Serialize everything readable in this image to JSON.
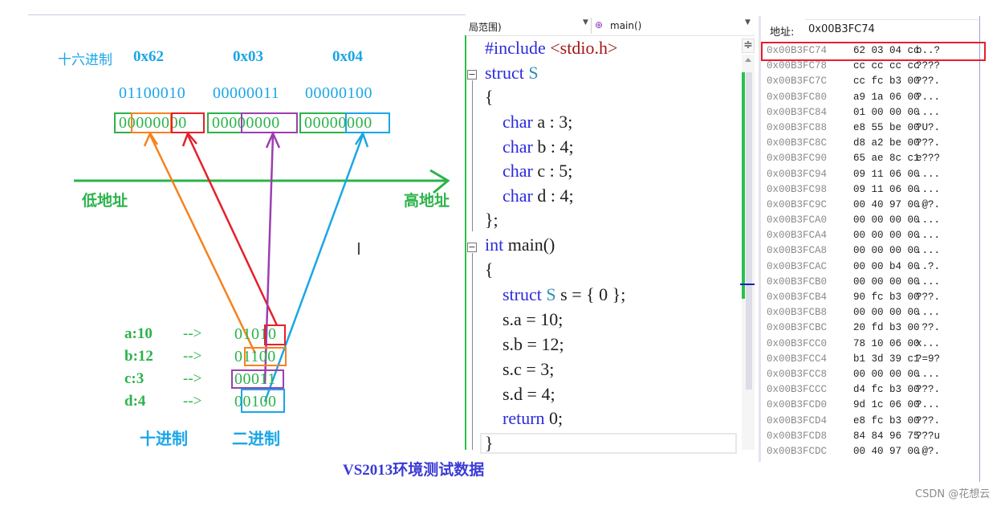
{
  "diagram": {
    "hex_label": "十六进制",
    "hex_values": [
      "0x62",
      "0x03",
      "0x04"
    ],
    "binary_bytes": [
      "01100010",
      "00000011",
      "00000100"
    ],
    "memory_bytes_initial": [
      "00000000",
      "00000000",
      "00000000"
    ],
    "address_low_label": "低地址",
    "address_high_label": "高地址",
    "fields": [
      {
        "label": "a:10",
        "arrow": "-->",
        "binary": "01010",
        "color": "#e5202a"
      },
      {
        "label": "b:12",
        "arrow": "-->",
        "binary": "01100",
        "color": "#f58220"
      },
      {
        "label": "c:3",
        "arrow": "-->",
        "binary": "00011",
        "color": "#9b3fb0"
      },
      {
        "label": "d:4",
        "arrow": "-->",
        "binary": "00100",
        "color": "#1aa6e6"
      }
    ],
    "decimal_label": "十进制",
    "binary_label": "二进制",
    "caption": "VS2013环境测试数据",
    "colors": {
      "hex": "#1aa6e6",
      "green": "#2bb34a",
      "red": "#e5202a",
      "orange": "#f58220",
      "purple": "#9b3fb0",
      "blue": "#1aa6e6"
    }
  },
  "editor": {
    "scope_left": "局范围)",
    "scope_right": "main()",
    "dropdown_glyph": "▼",
    "splitter_glyph": "≑",
    "lines": [
      {
        "parts": [
          {
            "t": "#include ",
            "c": "kw"
          },
          {
            "t": "<stdio.h>",
            "c": "str"
          }
        ]
      },
      {
        "parts": [
          {
            "t": "struct ",
            "c": "kw"
          },
          {
            "t": "S",
            "c": "ty"
          }
        ]
      },
      {
        "parts": [
          {
            "t": "{",
            "c": ""
          }
        ]
      },
      {
        "parts": [
          {
            "t": "    char ",
            "c": "kw"
          },
          {
            "t": "a : 3;",
            "c": ""
          }
        ]
      },
      {
        "parts": [
          {
            "t": "    char ",
            "c": "kw"
          },
          {
            "t": "b : 4;",
            "c": ""
          }
        ]
      },
      {
        "parts": [
          {
            "t": "    char ",
            "c": "kw"
          },
          {
            "t": "c : 5;",
            "c": ""
          }
        ]
      },
      {
        "parts": [
          {
            "t": "    char ",
            "c": "kw"
          },
          {
            "t": "d : 4;",
            "c": ""
          }
        ]
      },
      {
        "parts": [
          {
            "t": "};",
            "c": ""
          }
        ]
      },
      {
        "parts": [
          {
            "t": "int ",
            "c": "kw"
          },
          {
            "t": "main()",
            "c": ""
          }
        ]
      },
      {
        "parts": [
          {
            "t": "{",
            "c": ""
          }
        ]
      },
      {
        "parts": [
          {
            "t": "    struct ",
            "c": "kw"
          },
          {
            "t": "S ",
            "c": "ty"
          },
          {
            "t": "s = { 0 };",
            "c": ""
          }
        ]
      },
      {
        "parts": [
          {
            "t": "    s.a = 10;",
            "c": ""
          }
        ]
      },
      {
        "parts": [
          {
            "t": "    s.b = 12;",
            "c": ""
          }
        ]
      },
      {
        "parts": [
          {
            "t": "    s.c = 3;",
            "c": ""
          }
        ]
      },
      {
        "parts": [
          {
            "t": "    s.d = 4;",
            "c": ""
          }
        ]
      },
      {
        "parts": [
          {
            "t": "    return ",
            "c": "kw"
          },
          {
            "t": "0;",
            "c": ""
          }
        ]
      },
      {
        "parts": [
          {
            "t": "}",
            "c": ""
          }
        ]
      }
    ]
  },
  "memory": {
    "address_label": "地址:",
    "address_value": "0x00B3FC74",
    "rows": [
      {
        "addr": "0x00B3FC74",
        "bytes": "62 03 04 cc",
        "ascii": "b..?"
      },
      {
        "addr": "0x00B3FC78",
        "bytes": "cc cc cc cc",
        "ascii": "????"
      },
      {
        "addr": "0x00B3FC7C",
        "bytes": "cc fc b3 00",
        "ascii": "???."
      },
      {
        "addr": "0x00B3FC80",
        "bytes": "a9 1a 06 00",
        "ascii": "?..."
      },
      {
        "addr": "0x00B3FC84",
        "bytes": "01 00 00 00",
        "ascii": "...."
      },
      {
        "addr": "0x00B3FC88",
        "bytes": "e8 55 be 00",
        "ascii": "?U?."
      },
      {
        "addr": "0x00B3FC8C",
        "bytes": "d8 a2 be 00",
        "ascii": "???."
      },
      {
        "addr": "0x00B3FC90",
        "bytes": "65 ae 8c c1",
        "ascii": "e???"
      },
      {
        "addr": "0x00B3FC94",
        "bytes": "09 11 06 00",
        "ascii": "...."
      },
      {
        "addr": "0x00B3FC98",
        "bytes": "09 11 06 00",
        "ascii": "...."
      },
      {
        "addr": "0x00B3FC9C",
        "bytes": "00 40 97 00",
        "ascii": ".@?."
      },
      {
        "addr": "0x00B3FCA0",
        "bytes": "00 00 00 00",
        "ascii": "...."
      },
      {
        "addr": "0x00B3FCA4",
        "bytes": "00 00 00 00",
        "ascii": "...."
      },
      {
        "addr": "0x00B3FCA8",
        "bytes": "00 00 00 00",
        "ascii": "...."
      },
      {
        "addr": "0x00B3FCAC",
        "bytes": "00 00 b4 00",
        "ascii": "..?."
      },
      {
        "addr": "0x00B3FCB0",
        "bytes": "00 00 00 00",
        "ascii": "...."
      },
      {
        "addr": "0x00B3FCB4",
        "bytes": "90 fc b3 00",
        "ascii": "???."
      },
      {
        "addr": "0x00B3FCB8",
        "bytes": "00 00 00 00",
        "ascii": "...."
      },
      {
        "addr": "0x00B3FCBC",
        "bytes": "20 fd b3 00",
        "ascii": " ??."
      },
      {
        "addr": "0x00B3FCC0",
        "bytes": "78 10 06 00",
        "ascii": "x..."
      },
      {
        "addr": "0x00B3FCC4",
        "bytes": "b1 3d 39 c1",
        "ascii": "?=9?"
      },
      {
        "addr": "0x00B3FCC8",
        "bytes": "00 00 00 00",
        "ascii": "...."
      },
      {
        "addr": "0x00B3FCCC",
        "bytes": "d4 fc b3 00",
        "ascii": "???."
      },
      {
        "addr": "0x00B3FCD0",
        "bytes": "9d 1c 06 00",
        "ascii": "?..."
      },
      {
        "addr": "0x00B3FCD4",
        "bytes": "e8 fc b3 00",
        "ascii": "???."
      },
      {
        "addr": "0x00B3FCD8",
        "bytes": "84 84 96 75",
        "ascii": "???u"
      },
      {
        "addr": "0x00B3FCDC",
        "bytes": "00 40 97 00",
        "ascii": ".@?."
      }
    ]
  },
  "watermark": "CSDN @花想云"
}
